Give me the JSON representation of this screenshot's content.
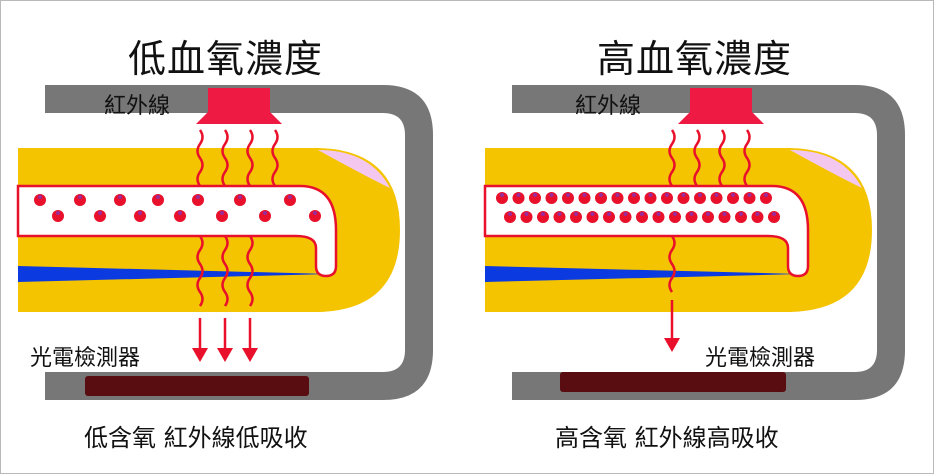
{
  "left_panel": {
    "title": "低血氧濃度",
    "ir_label": "紅外線",
    "detector_label": "光電檢測器",
    "caption": "低含氧  紅外線低吸收",
    "cell_count": 14,
    "transmitted_waves": 3
  },
  "right_panel": {
    "title": "高血氧濃度",
    "ir_label": "紅外線",
    "detector_label": "光電檢測器",
    "caption": "高含氧  紅外線高吸收",
    "cell_count": 34,
    "transmitted_waves": 1
  },
  "colors": {
    "probe_gray": "#777777",
    "tissue_yellow": "#f5c400",
    "vessel_outline": "#e8102a",
    "blood_cell": "#e8102a",
    "emitter": "#ee1a44",
    "vein_blue": "#0a3ae0",
    "nail_pink": "#f4c8ee",
    "detector": "#5a0d10",
    "wave": "#e8102a"
  }
}
